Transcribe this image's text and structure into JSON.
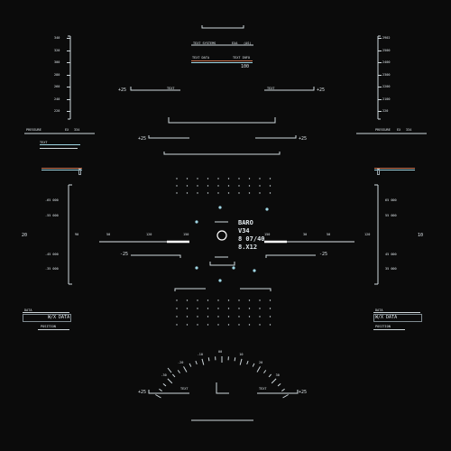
{
  "colors": {
    "background": "#0b0b0b",
    "accent": "#9fd6e4",
    "warning": "#c9734f",
    "line": "#cfd8dc"
  },
  "top": {
    "header_label": "TEXT SYSTEMS",
    "header_code": "EXA",
    "header_value": "(AS)",
    "bar_label": "TEXT DATA",
    "bar_value": "TEXT INFO",
    "small_value": "100"
  },
  "left_scale": {
    "ticks": [
      "340",
      "320",
      "300",
      "280",
      "260",
      "240",
      "220"
    ]
  },
  "right_scale": {
    "ticks": [
      "2902",
      "2500",
      "2400",
      "2300",
      "2200",
      "2100",
      "220"
    ]
  },
  "pressure_left": {
    "label": "PRESSURE",
    "code": "EX",
    "value": "334"
  },
  "pressure_right": {
    "label": "PRESSURE",
    "code": "EX",
    "value": "334"
  },
  "upper_left_label": "+25",
  "upper_right_label": "+25",
  "mid_left_label": "+25",
  "mid_right_label": "+25",
  "bottom_left_label": "+25",
  "bottom_right_label": "+25",
  "alt_left": {
    "ticks": [
      "-65 000",
      "-55 000",
      "-45 000",
      "-35 000"
    ]
  },
  "alt_right": {
    "ticks": [
      "65 000",
      "55 000",
      "45 000",
      "35 000"
    ]
  },
  "side_markers": {
    "left": "20",
    "right": "10"
  },
  "horizon": {
    "left_ticks": [
      "90",
      "50",
      "120",
      "150"
    ],
    "right_ticks": [
      "150",
      "30",
      "50",
      "120"
    ],
    "left_pitch": "-25",
    "right_pitch": "-25"
  },
  "readout": {
    "line1": "BARO",
    "line2": "V34",
    "line3": "8 07/40",
    "line4": "8.X12"
  },
  "wx_left": {
    "label": "W/X DATA",
    "sub": "POSITION"
  },
  "wx_right": {
    "label": "W/X DATA",
    "sub": "POSITION"
  },
  "heading": {
    "ticks": [
      "-30",
      "-20",
      "-10",
      "00",
      "10",
      "20",
      "30"
    ],
    "center": "00"
  },
  "small_labels": {
    "text": "TEXT",
    "pos": "POSITION",
    "data": "DATA"
  }
}
